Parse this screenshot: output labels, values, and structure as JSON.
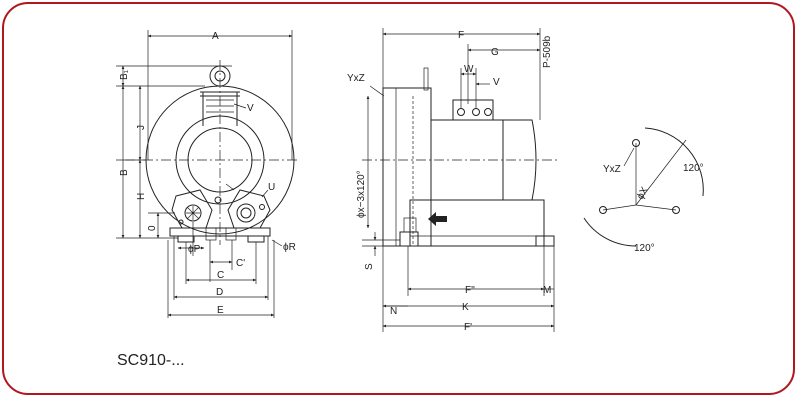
{
  "model_text": "SC910-...",
  "ref_code": "P-509b",
  "colors": {
    "frame": "#b0171f",
    "line": "#222222"
  },
  "front_view": {
    "dims": {
      "A": "A",
      "B1": "B₁",
      "J": "J",
      "B": "B",
      "H": "H",
      "V": "V",
      "U": "U",
      "O": "0",
      "P": "ϕP",
      "C2": "C'",
      "C": "C",
      "D": "D",
      "E": "E",
      "R": "ϕR"
    }
  },
  "side_view": {
    "dims": {
      "F": "F",
      "G": "G",
      "W": "W",
      "V": "V",
      "YxZ": "YxZ",
      "phi": "ϕx−3x120°",
      "S": "S",
      "F2": "F''",
      "M": "M",
      "N": "N",
      "K": "K",
      "F1": "F'"
    }
  },
  "flange_view": {
    "YxZ": "YxZ",
    "angle_top": "120°",
    "angle_bottom": "120°",
    "phi": "ϕX"
  }
}
